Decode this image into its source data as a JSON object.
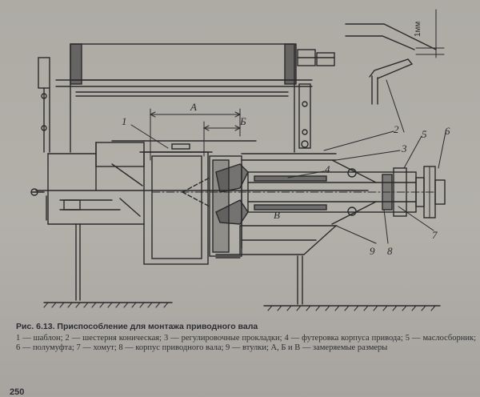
{
  "figure": {
    "labels": {
      "dim_a": "А",
      "dim_b": "Б",
      "dim_v": "В",
      "scale": "1мм",
      "n1": "1",
      "n2": "2",
      "n3": "3",
      "n4": "4",
      "n5": "5",
      "n6": "6",
      "n7": "7",
      "n8": "8",
      "n9": "9"
    }
  },
  "caption": {
    "title": "Рис. 6.13. Приспособление для монтажа приводного вала",
    "legend": "1 — шаблон; 2 — шестерня коническая; 3 — регулировочные прокладки; 4 — футеровка корпуса привода; 5 — маслосборник; 6 — полумуфта; 7 — хомут; 8 — корпус приводного вала; 9 — втулки; А, Б и В — замеряемые размеры"
  },
  "page_number": "250",
  "colors": {
    "paper": "#b0ada7",
    "ink": "#2a2a2c"
  }
}
